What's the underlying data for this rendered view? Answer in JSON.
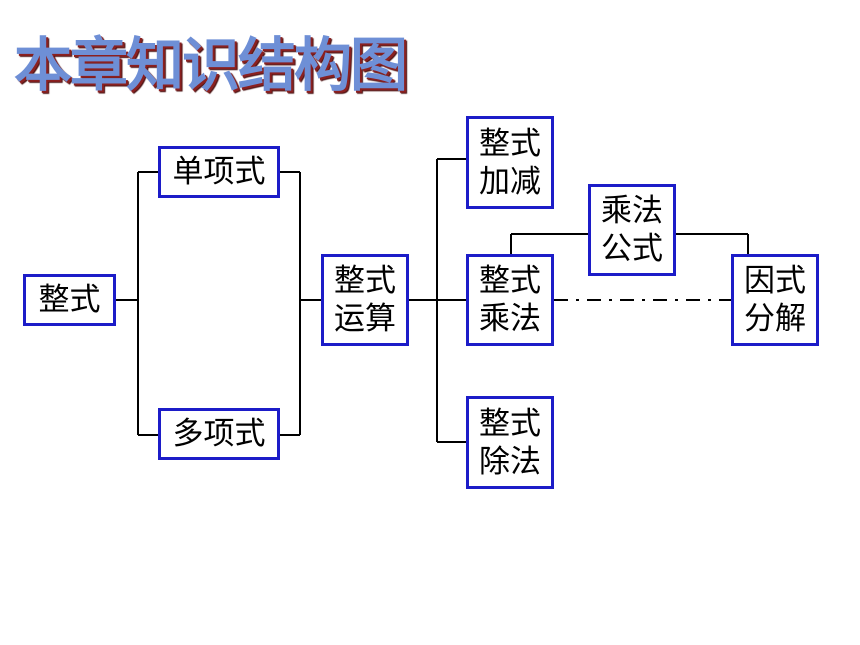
{
  "title": "本章知识结构图",
  "nodes": {
    "zhengshi": "整式",
    "danxiangshi": "单项式",
    "duoxiangshi": "多项式",
    "yunsuan": [
      "整式",
      "运算"
    ],
    "jiajian": [
      "整式",
      "加减"
    ],
    "chengfa": [
      "整式",
      "乘法"
    ],
    "chufa": [
      "整式",
      "除法"
    ],
    "gongshi": [
      "乘法",
      "公式"
    ],
    "yinshi": [
      "因式",
      "分解"
    ]
  }
}
